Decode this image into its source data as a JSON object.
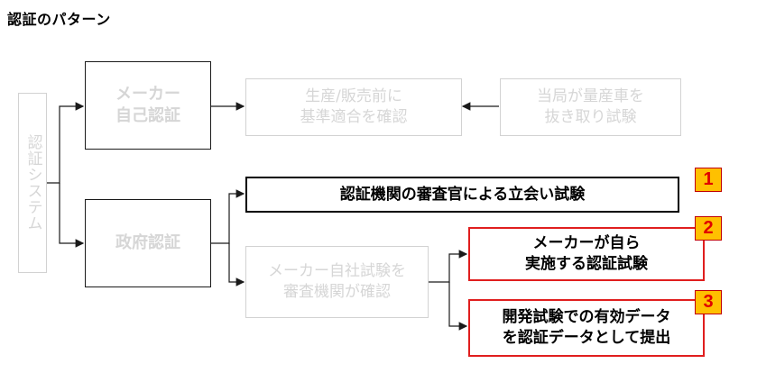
{
  "title": "認証のパターン",
  "boxes": {
    "system": "認証システム",
    "maker_self": "メーカー\n自己認証",
    "pre_sale": "生産/販売前に\n基準適合を確認",
    "authority_test": "当局が量産車を\n抜き取り試験",
    "gov": "政府認証",
    "examiner_test": "認証機関の審査官による立会い試験",
    "maker_inhouse": "メーカー自社試験を\n審査機関が確認",
    "maker_own": "メーカーが自ら\n実施する認証試験",
    "dev_data": "開発試験での有効データ\nを認証データとして提出"
  },
  "badges": [
    "1",
    "2",
    "3"
  ],
  "colors": {
    "highlight_border": "#e01e1e",
    "badge_fill": "#ffc000",
    "faded_text": "#d6d6d6"
  }
}
